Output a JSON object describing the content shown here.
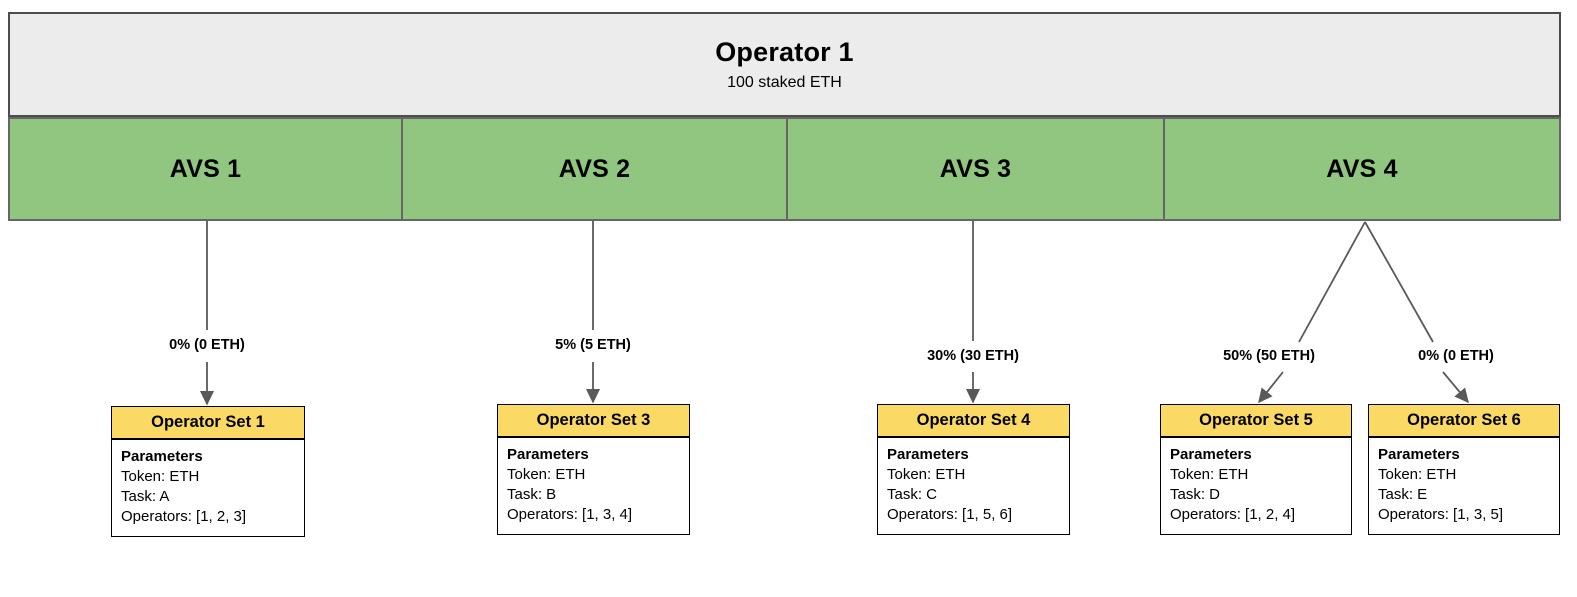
{
  "diagram": {
    "title": "Operator 1",
    "subtitle": "100 staked ETH",
    "colors": {
      "operator_box_fill": "#ececec",
      "avs_fill": "#90c680",
      "opset_header_fill": "#fada64",
      "border": "#4d4d4d",
      "connector": "#595959"
    }
  },
  "avs": [
    {
      "label": "AVS 1"
    },
    {
      "label": "AVS 2"
    },
    {
      "label": "AVS 3"
    },
    {
      "label": "AVS 4"
    }
  ],
  "edges": [
    {
      "label": "0% (0 ETH)",
      "percent": "0%",
      "amount": "0 ETH",
      "from": "AVS 1",
      "to": "Operator Set 1"
    },
    {
      "label": "5% (5 ETH)",
      "percent": "5%",
      "amount": "5 ETH",
      "from": "AVS 2",
      "to": "Operator Set 3"
    },
    {
      "label": "30% (30 ETH)",
      "percent": "30%",
      "amount": "30 ETH",
      "from": "AVS 3",
      "to": "Operator Set 4"
    },
    {
      "label": "50% (50 ETH)",
      "percent": "50%",
      "amount": "50 ETH",
      "from": "AVS 4",
      "to": "Operator Set 5"
    },
    {
      "label": "0% (0 ETH)",
      "percent": "0%",
      "amount": "0 ETH",
      "from": "AVS 4",
      "to": "Operator Set 6"
    }
  ],
  "operator_sets": [
    {
      "title": "Operator Set 1",
      "params_title": "Parameters",
      "token": "Token: ETH",
      "task": "Task: A",
      "operators": "Operators: [1, 2, 3]"
    },
    {
      "title": "Operator Set 3",
      "params_title": "Parameters",
      "token": "Token: ETH",
      "task": "Task: B",
      "operators": "Operators: [1, 3, 4]"
    },
    {
      "title": "Operator Set 4",
      "params_title": "Parameters",
      "token": "Token: ETH",
      "task": "Task: C",
      "operators": "Operators: [1, 5, 6]"
    },
    {
      "title": "Operator Set 5",
      "params_title": "Parameters",
      "token": "Token: ETH",
      "task": "Task: D",
      "operators": "Operators: [1, 2, 4]"
    },
    {
      "title": "Operator Set 6",
      "params_title": "Parameters",
      "token": "Token: ETH",
      "task": "Task: E",
      "operators": "Operators: [1, 3, 5]"
    }
  ]
}
